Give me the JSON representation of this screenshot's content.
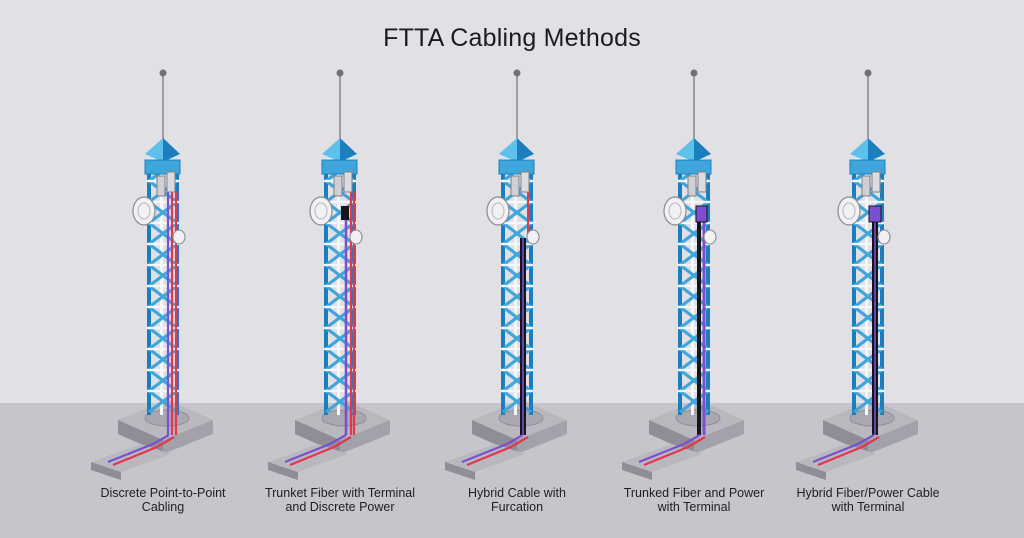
{
  "title": "FTTA Cabling Methods",
  "colors": {
    "lattice": "#3fa6dc",
    "lattice_dark": "#1c7fbd",
    "lattice_white": "#f4f7fa",
    "cable_red": "#e2384f",
    "cable_purple": "#7a4fd0",
    "cable_black": "#15151a",
    "concrete_top": "#b9b8bf",
    "concrete_side": "#8f8e96",
    "background": "#e1e0e5",
    "floor": "#c6c5cc"
  },
  "towers": [
    {
      "caption_line1": "Discrete Point-to-Point",
      "caption_line2": "Cabling",
      "method": "discrete"
    },
    {
      "caption_line1": "Trunket Fiber with Terminal",
      "caption_line2": "and Discrete Power",
      "method": "trunk-terminal-discrete"
    },
    {
      "caption_line1": "Hybrid Cable with",
      "caption_line2": "Furcation",
      "method": "hybrid-furcation"
    },
    {
      "caption_line1": "Trunked Fiber and Power",
      "caption_line2": "with Terminal",
      "method": "trunk-fiber-power"
    },
    {
      "caption_line1": "Hybrid Fiber/Power Cable",
      "caption_line2": "with Terminal",
      "method": "hybrid-terminal"
    }
  ]
}
